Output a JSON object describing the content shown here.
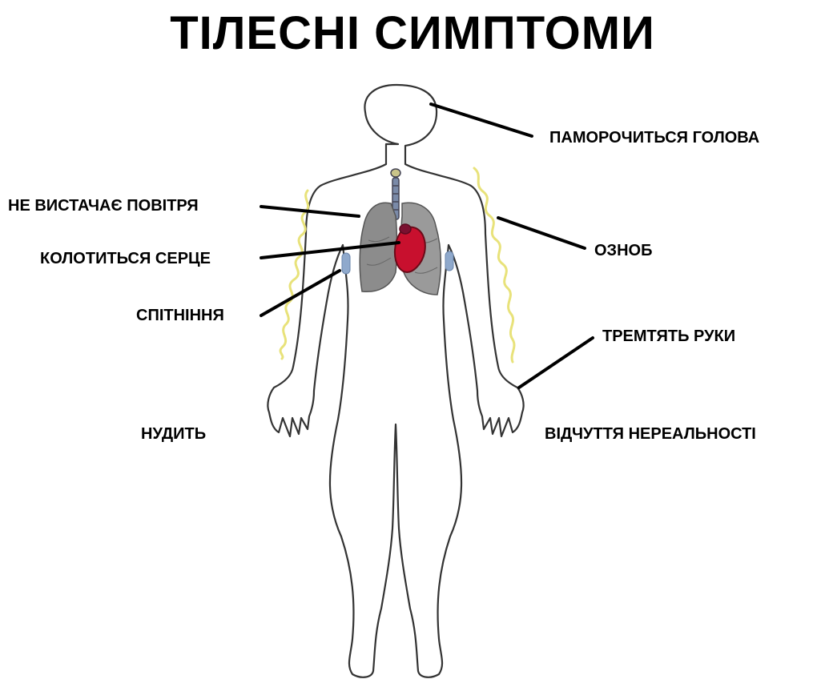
{
  "title": "ТІЛЕСНІ СИМПТОМИ",
  "symptoms": {
    "dizzy": "ПАМОРОЧИТЬСЯ ГОЛОВА",
    "breath": "НЕ ВИСТАЧАЄ ПОВІТРЯ",
    "chills": "ОЗНОБ",
    "heart": "КОЛОТИТЬСЯ СЕРЦЕ",
    "sweat": "СПІТНІННЯ",
    "tremble": "ТРЕМТЯТЬ РУКИ",
    "nausea": "НУДИТЬ",
    "unreal": "ВІДЧУТТЯ НЕРЕАЛЬНОСТІ"
  },
  "colors": {
    "outline": "#333333",
    "leader": "#000000",
    "heart": "#c8102e",
    "lungs": "#9a9a9a",
    "sweat_drop": "#8fa9cc",
    "shiver": "#e8e27a"
  }
}
